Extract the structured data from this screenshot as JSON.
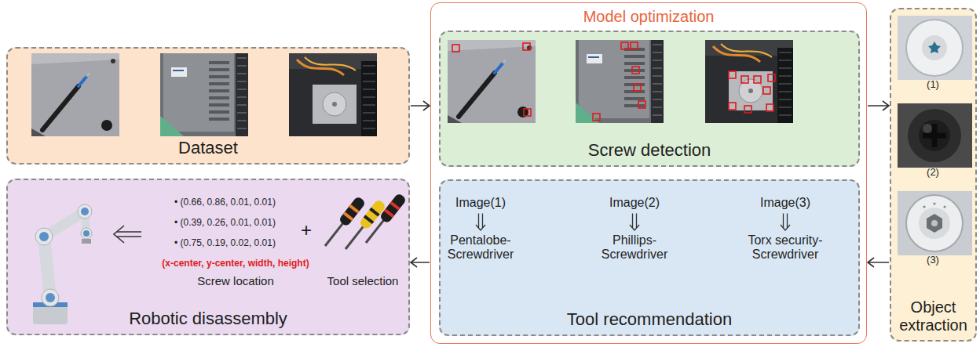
{
  "diagram": {
    "nodes": [
      {
        "text": [
          "Dataset"
        ]
      },
      {
        "text": [
          "Model optimization"
        ]
      },
      {
        "text": [
          "Screw detection"
        ],
        "in": 1
      },
      {
        "text": [
          "Tool recommendation"
        ],
        "in": 1
      },
      {
        "text": [
          "Object extraction"
        ]
      },
      {
        "text": [
          "Robotic disassembly"
        ]
      }
    ],
    "edges": [
      {
        "from": 0,
        "to": 1,
        "arrow": "to"
      },
      {
        "from": 1,
        "to": 4,
        "arrow": "to"
      },
      {
        "from": 4,
        "to": 1,
        "arrow": "to"
      },
      {
        "from": 1,
        "to": 5,
        "arrow": "to"
      }
    ],
    "labels": [
      "(1)",
      "(2)",
      "(3)",
      "Image(1)",
      "Pentalobe- Screwdriver",
      "Image(2)",
      "Phillips- Screwdriver",
      "Image(3)",
      "Torx security- Screwdriver",
      "• (0.66, 0.86, 0.01, 0.01)",
      "• (0.39, 0.26, 0.01, 0.01)",
      "• (0.75, 0.19, 0.02, 0.01)",
      "(x-center, y-center, width, height)",
      "Screw location",
      "+",
      "Tool selection"
    ]
  }
}
